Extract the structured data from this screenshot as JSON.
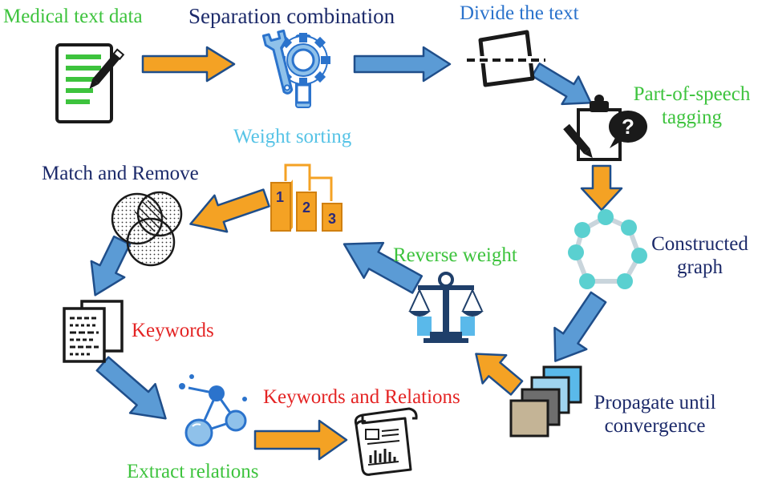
{
  "colors": {
    "green": "#3dc33d",
    "navy": "#1c2a6a",
    "blue": "#2b73cc",
    "cyan": "#56c3e6",
    "red": "#e42424",
    "arrow_orange": "#f4a224",
    "arrow_blue": "#5b9bd5",
    "outline": "#1f4e8a"
  },
  "icons": {
    "document": "document-pencil-icon",
    "tools": "wrench-gear-icon",
    "divide": "cut-square-icon",
    "pos": "clipboard-question-icon",
    "graph": "node-graph-icon",
    "layers": "stacked-layers-icon",
    "balance": "balance-scale-icon",
    "podium": "ranking-podium-icon",
    "venn": "venn-circles-icon",
    "pages": "text-pages-icon",
    "network": "molecule-network-icon",
    "scroll": "report-scroll-icon"
  },
  "labels": {
    "medical_text": "Medical text data",
    "separation": "Separation combination",
    "divide": "Divide the text",
    "pos_line1": "Part-of-speech",
    "pos_line2": "tagging",
    "graph_line1": "Constructed",
    "graph_line2": "graph",
    "propagate_line1": "Propagate until",
    "propagate_line2": "convergence",
    "reverse": "Reverse weight",
    "weight_sorting": "Weight sorting",
    "match_remove": "Match and Remove",
    "keywords": "Keywords",
    "extract": "Extract relations",
    "kw_relations": "Keywords and Relations"
  },
  "podium_ranks": [
    "1",
    "2",
    "3"
  ]
}
